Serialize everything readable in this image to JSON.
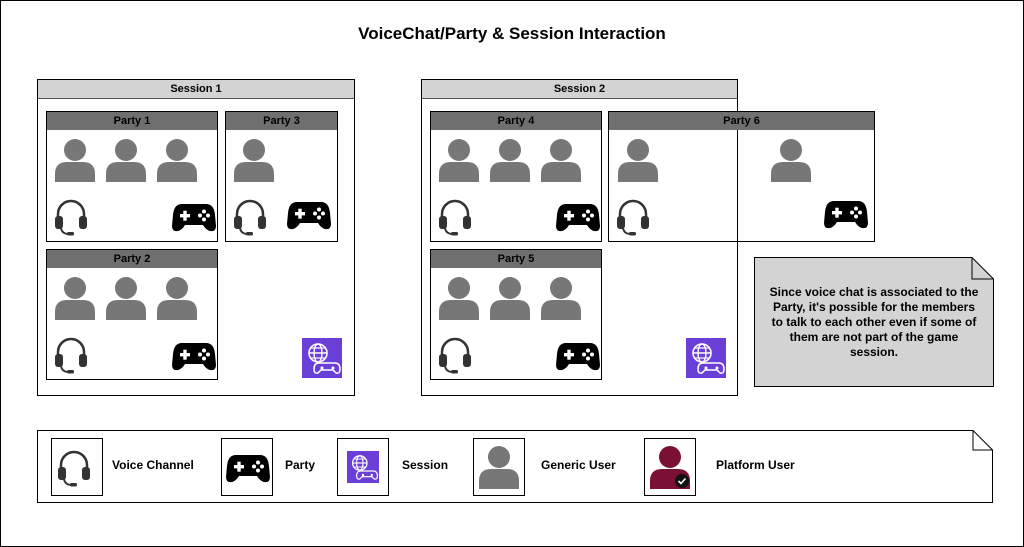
{
  "title": "VoiceChat/Party & Session Interaction",
  "sessions": [
    {
      "label": "Session 1"
    },
    {
      "label": "Session 2"
    }
  ],
  "parties": [
    {
      "label": "Party 1"
    },
    {
      "label": "Party 2"
    },
    {
      "label": "Party 3"
    },
    {
      "label": "Party 4"
    },
    {
      "label": "Party 5"
    },
    {
      "label": "Party 6"
    }
  ],
  "note": {
    "text": "Since voice chat is associated to the Party, it's possible for the members to talk to each other even if some of them are not part of the game session."
  },
  "legend": [
    {
      "icon": "headset-icon",
      "label": "Voice Channel"
    },
    {
      "icon": "gamepad-icon",
      "label": "Party"
    },
    {
      "icon": "session-icon",
      "label": "Session"
    },
    {
      "icon": "user-icon",
      "label": "Generic User"
    },
    {
      "icon": "platform-user-icon",
      "label": "Platform User"
    }
  ],
  "colors": {
    "session_header": "#d3d3d3",
    "party_header": "#6f6f6f",
    "user_icon": "#777777",
    "platform_user_icon": "#7a1036",
    "session_icon": "#6a3fd8",
    "note_fill": "#d3d3d3"
  }
}
